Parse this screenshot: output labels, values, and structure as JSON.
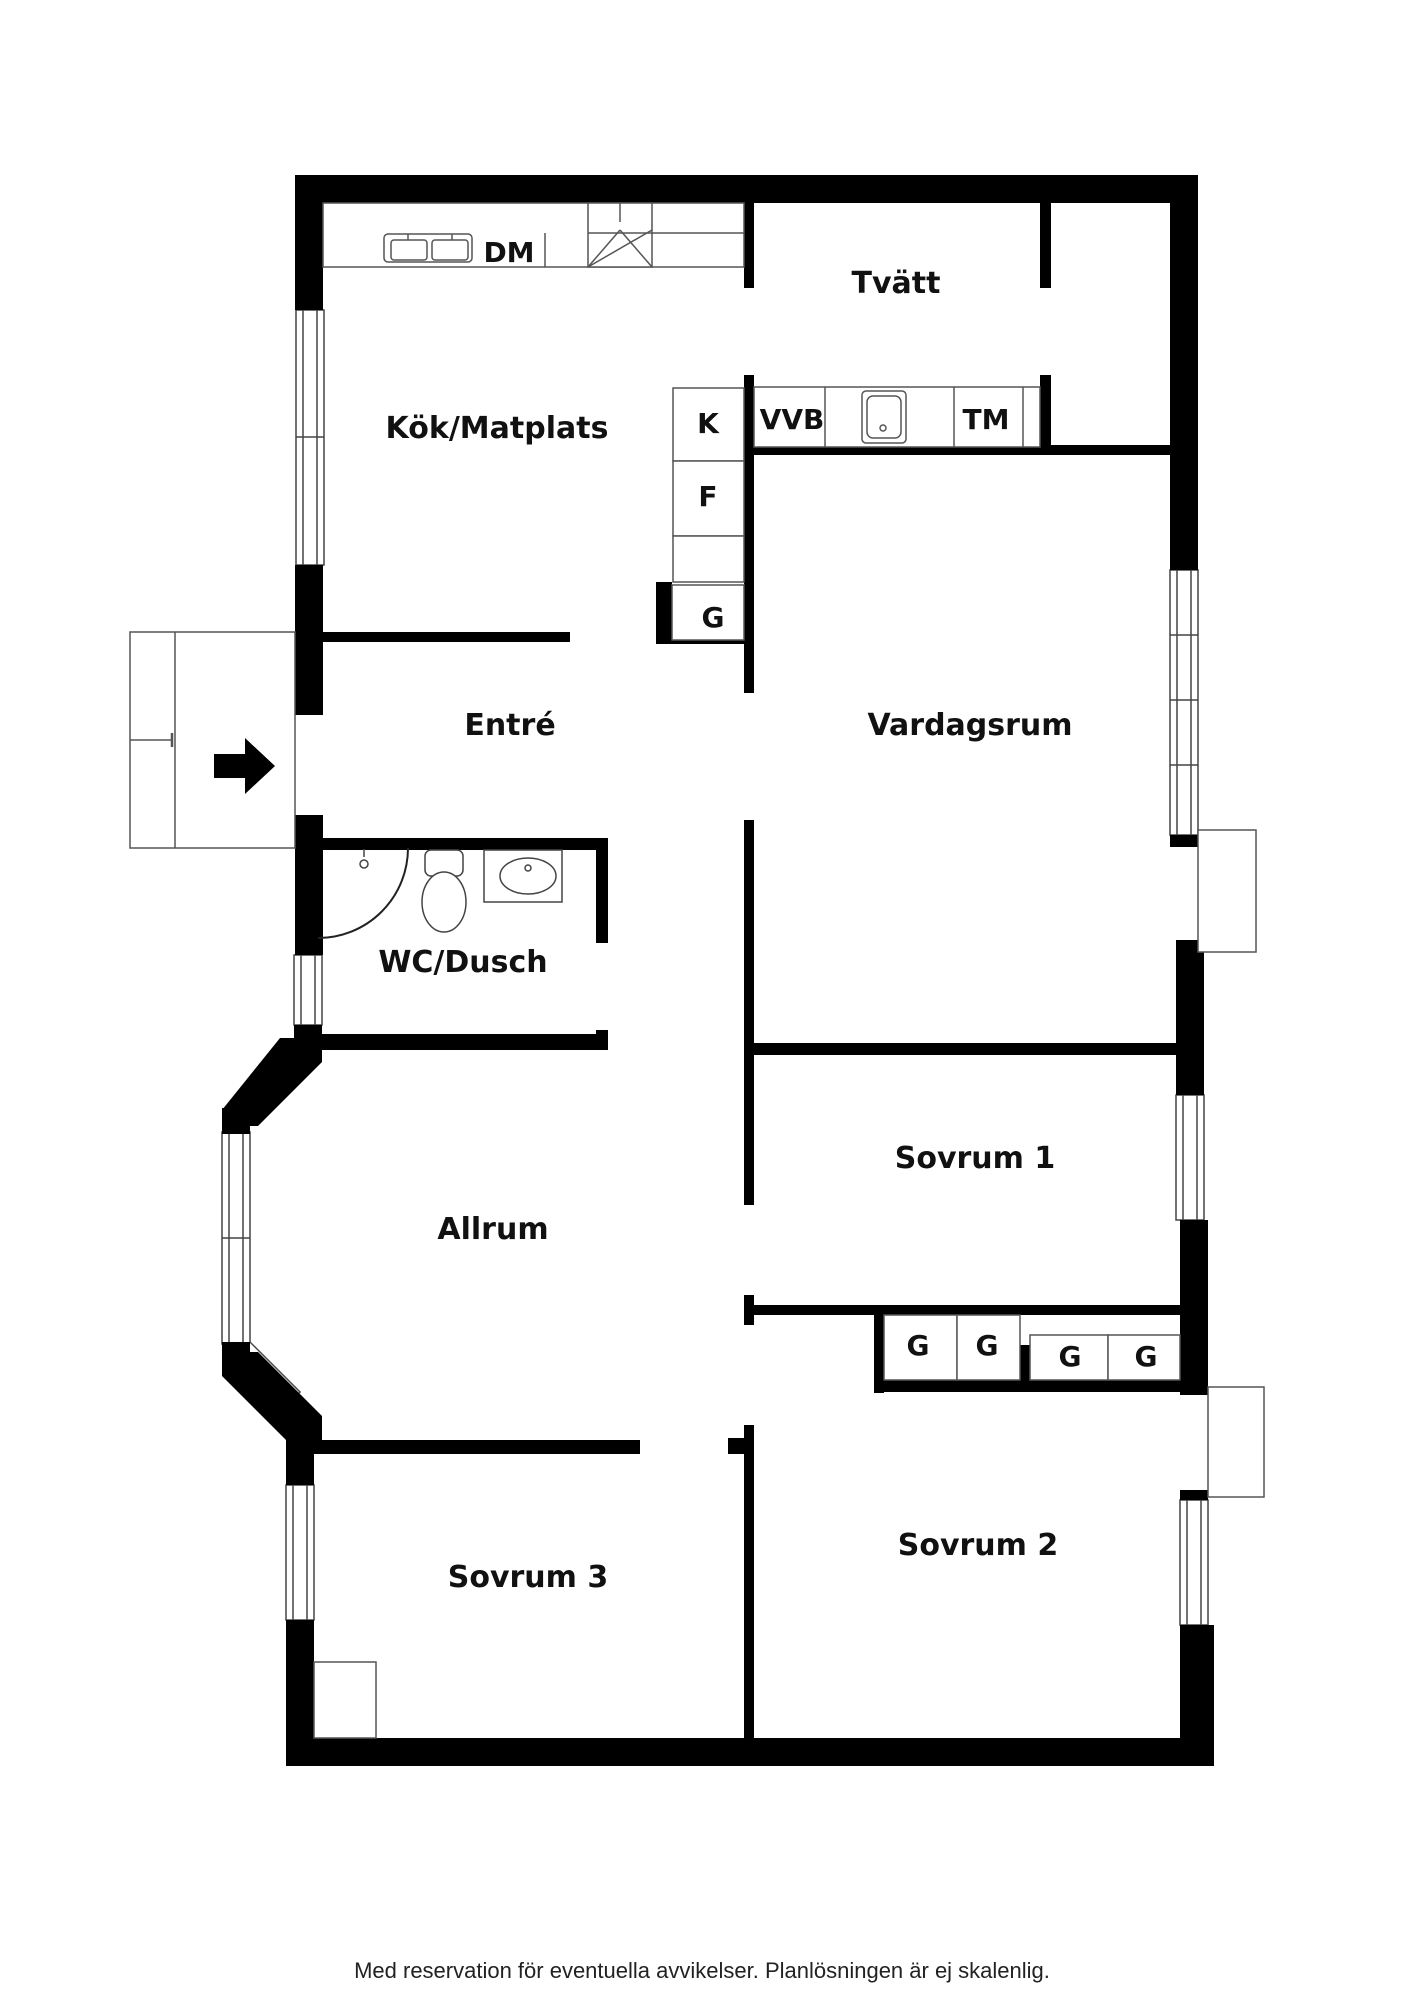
{
  "rooms": {
    "kok": "Kök/Matplats",
    "tvatt": "Tvätt",
    "entre": "Entré",
    "vardagsrum": "Vardagsrum",
    "wc": "WC/Dusch",
    "allrum": "Allrum",
    "sovrum1": "Sovrum 1",
    "sovrum2": "Sovrum 2",
    "sovrum3": "Sovrum 3"
  },
  "fixtures": {
    "dm": "DM",
    "k": "K",
    "f": "F",
    "g": "G",
    "vvb": "VVB",
    "tm": "TM"
  },
  "footer": {
    "disclaimer": "Med reservation för eventuella avvikelser. Planlösningen är ej skalenlig."
  },
  "colors": {
    "wall": "#000000",
    "line": "#555555",
    "background": "#ffffff"
  }
}
